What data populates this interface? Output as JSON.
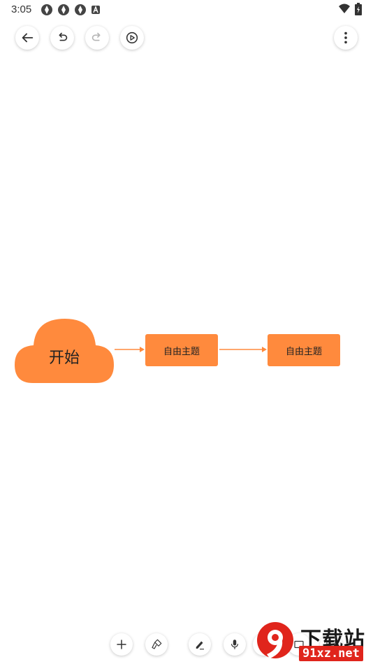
{
  "status_bar": {
    "time": "3:05",
    "left_icons": [
      "notification-icon",
      "notification-icon",
      "notification-icon",
      "a-icon"
    ],
    "right_icons": [
      "wifi-icon",
      "battery-icon"
    ]
  },
  "toolbar": {
    "buttons": [
      "back-icon",
      "undo-icon",
      "redo-icon",
      "play-icon",
      "more-icon"
    ]
  },
  "mindmap": {
    "root_label": "开始",
    "topics": [
      {
        "label": "自由主题"
      },
      {
        "label": "自由主题"
      }
    ],
    "accent_color": "#ff8a3d"
  },
  "bottom_toolbar": {
    "buttons": [
      "add-icon",
      "paint-brush-icon",
      "pen-icon",
      "microphone-icon",
      "connect-icon",
      "frame-icon",
      "screen-icon"
    ]
  },
  "watermark": {
    "logo_text": "9",
    "title": "下载站",
    "domain": "91xz.net"
  }
}
